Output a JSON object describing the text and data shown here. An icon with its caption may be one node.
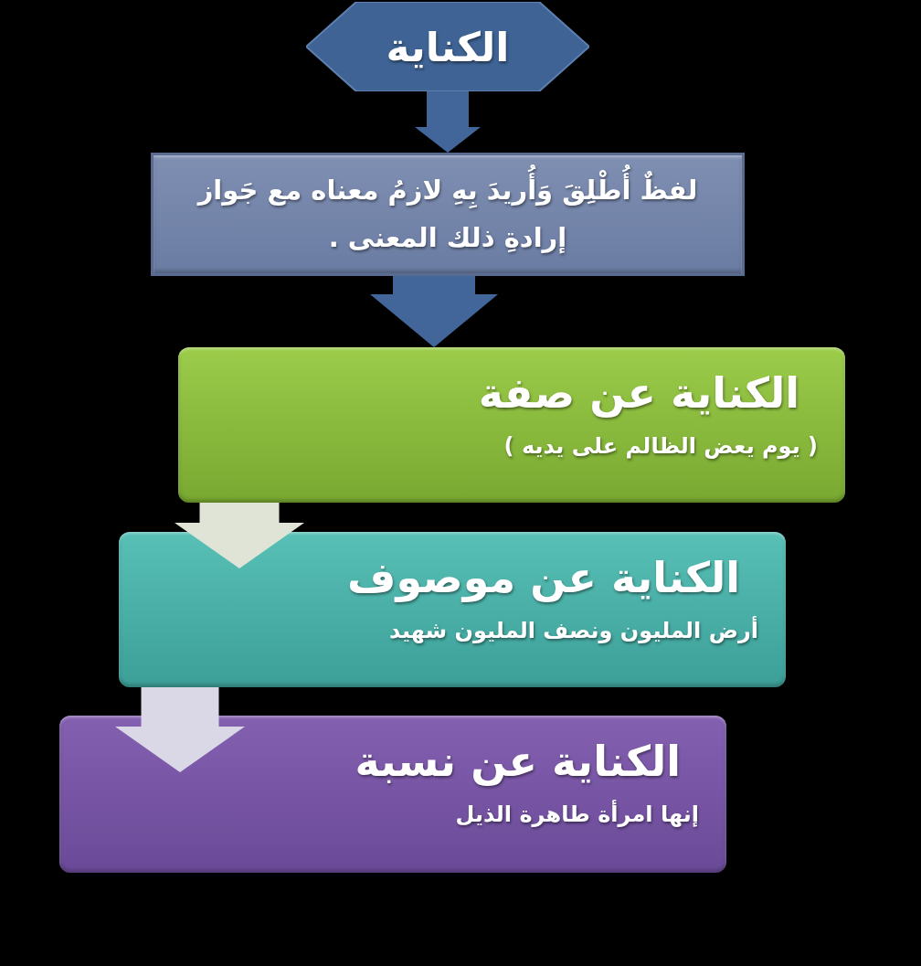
{
  "diagram": {
    "nodes": [
      {
        "text": [
          "الكناية"
        ]
      },
      {
        "text": [
          "لفظٌ أُطْلِقَ وَأُريدَ بِهِ لازمُ معناه مع جَواز إرادةِ ذلك المعنى ."
        ]
      },
      {
        "text": [
          "الكناية عن صفة",
          "( يوم يعض الظالم على يديه )"
        ]
      },
      {
        "text": [
          "الكناية عن موصوف",
          "أرض المليون ونصف المليون شهيد"
        ]
      },
      {
        "text": [
          "الكناية عن نسبة",
          "إنها امرأة طاهرة الذيل"
        ]
      }
    ],
    "edges": [
      {
        "from": 0,
        "to": 1,
        "arrow": "to"
      },
      {
        "from": 1,
        "to": 2,
        "arrow": "to"
      },
      {
        "from": 2,
        "to": 3,
        "arrow": "to",
        "color": "#dfe4d6"
      },
      {
        "from": 3,
        "to": 4,
        "arrow": "to",
        "color": "#dad7e6"
      }
    ]
  }
}
